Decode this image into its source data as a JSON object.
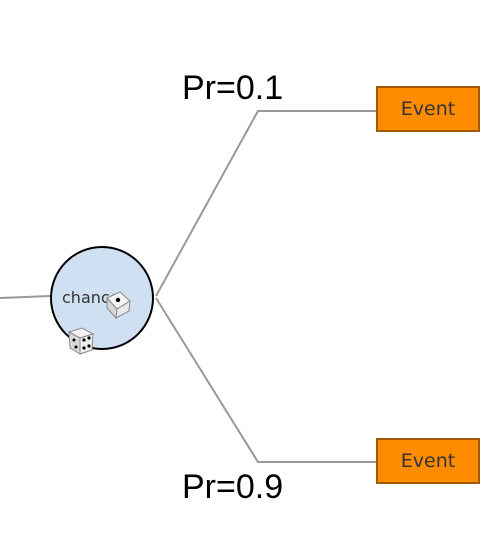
{
  "diagram": {
    "chance_node": {
      "label": "chance",
      "fill_color": "#cfe0f3",
      "border_color": "#000000",
      "icons": [
        "dice-icon",
        "dice-icon"
      ]
    },
    "branches": [
      {
        "probability_label": "Pr=0.1",
        "event_label": "Event"
      },
      {
        "probability_label": "Pr=0.9",
        "event_label": "Event"
      }
    ],
    "colors": {
      "edge": "#999999",
      "event_fill": "#ff8c00",
      "event_border": "#a05a00"
    }
  }
}
